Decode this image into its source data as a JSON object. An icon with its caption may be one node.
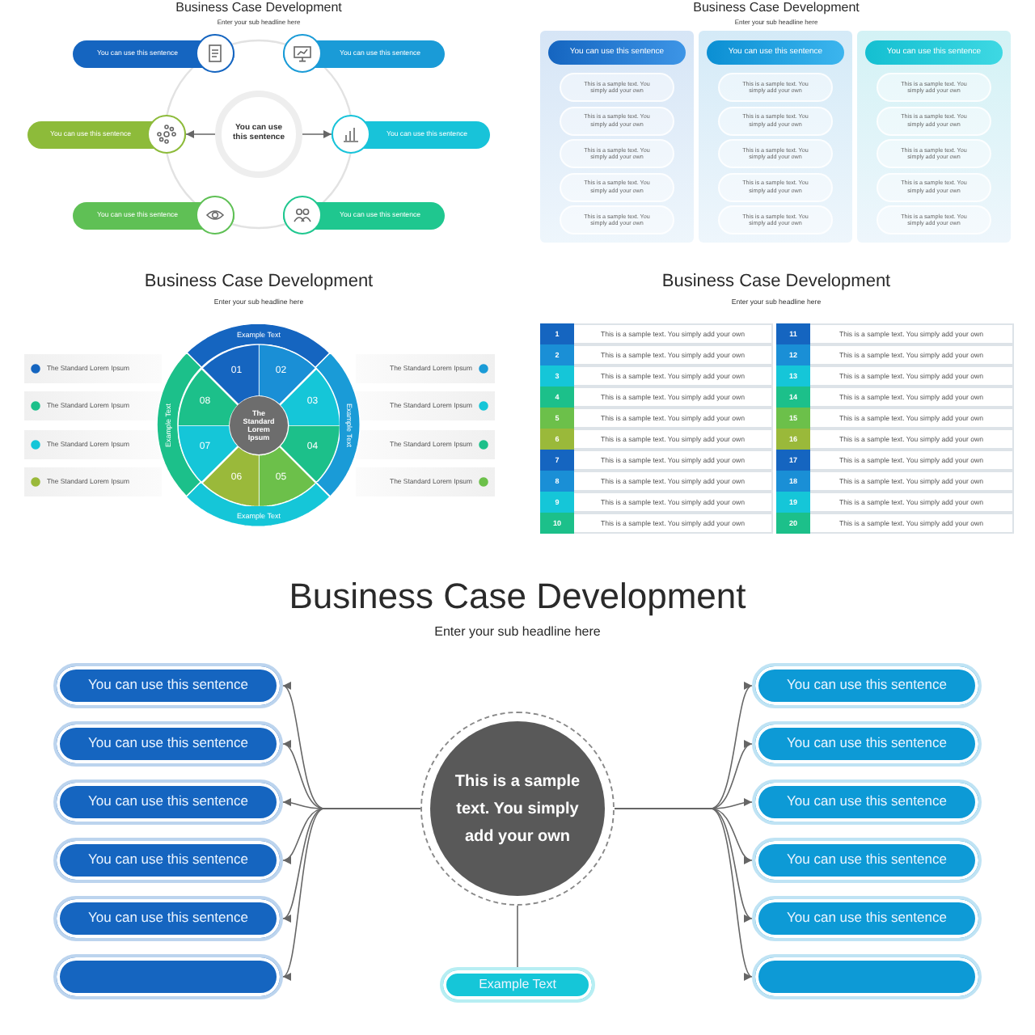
{
  "diagram": {
    "nodes": [
      {
        "text": [
          "You can use this sentence"
        ]
      },
      {
        "text": [
          "You can use this sentence"
        ]
      },
      {
        "text": [
          "You can use this sentence"
        ]
      },
      {
        "text": [
          "You can use this sentence"
        ]
      },
      {
        "text": [
          "You can use this sentence"
        ]
      },
      {
        "text": [
          "You can use this sentence"
        ]
      },
      {
        "text": [
          "You can use this sentence"
        ]
      },
      {
        "text": [],
        "shape": "box"
      },
      {
        "text": [
          "You can use this sentence"
        ],
        "in": 7
      },
      {
        "text": [
          "This is a sample text. You simply add your own"
        ],
        "in": 7
      },
      {
        "text": [
          "This is a sample text. You simply add your own"
        ],
        "in": 7
      },
      {
        "text": [
          "This is a sample text. You simply add your own"
        ],
        "in": 7
      },
      {
        "text": [
          "This is a sample text. You simply add your own"
        ],
        "in": 7
      },
      {
        "text": [
          "This is a sample text. You simply add your own"
        ],
        "in": 7
      },
      {
        "text": [],
        "shape": "box"
      },
      {
        "text": [
          "You can use this sentence"
        ],
        "in": 14
      },
      {
        "text": [
          "This is a sample text. You simply add your own"
        ],
        "in": 14
      },
      {
        "text": [
          "This is a sample text. You simply add your own"
        ],
        "in": 14
      },
      {
        "text": [
          "This is a sample text. You simply add your own"
        ],
        "in": 14
      },
      {
        "text": [
          "This is a sample text. You simply add your own"
        ],
        "in": 14
      },
      {
        "text": [
          "This is a sample text. You simply add your own"
        ],
        "in": 14
      },
      {
        "text": [],
        "shape": "box"
      },
      {
        "text": [
          "You can use this sentence"
        ],
        "in": 21
      },
      {
        "text": [
          "This is a sample text. You simply add your own"
        ],
        "in": 21
      },
      {
        "text": [
          "This is a sample text. You simply add your own"
        ],
        "in": 21
      },
      {
        "text": [
          "This is a sample text. You simply add your own"
        ],
        "in": 21
      },
      {
        "text": [
          "This is a sample text. You simply add your own"
        ],
        "in": 21
      },
      {
        "text": [
          "This is a sample text. You simply add your own"
        ],
        "in": 21
      },
      {
        "text": [
          "The Standard Lorem Ipsum"
        ]
      },
      {
        "text": [
          "The Standard Lorem Ipsum"
        ]
      },
      {
        "text": [
          "The Standard Lorem Ipsum"
        ]
      },
      {
        "text": [
          "The Standard Lorem Ipsum"
        ]
      },
      {
        "text": [
          "Example Text"
        ]
      },
      {
        "text": [
          "Example Text"
        ]
      },
      {
        "text": [
          "Example Text"
        ]
      },
      {
        "text": [
          "Example Text"
        ]
      },
      {
        "text": [
          "01"
        ]
      },
      {
        "text": [
          "02"
        ]
      },
      {
        "text": [
          "03"
        ]
      },
      {
        "text": [
          "04"
        ]
      },
      {
        "text": [
          "05"
        ]
      },
      {
        "text": [
          "06"
        ]
      },
      {
        "text": [
          "07"
        ]
      },
      {
        "text": [
          "08"
        ]
      },
      {
        "text": [
          "The Standard Lorem Ipsum"
        ]
      },
      {
        "text": [
          "The Standard Lorem Ipsum"
        ]
      },
      {
        "text": [
          "The Standard Lorem Ipsum"
        ]
      },
      {
        "text": [
          "The Standard Lorem Ipsum"
        ]
      },
      {
        "text": [
          "The Standard Lorem Ipsum"
        ]
      },
      {
        "text": [
          "This is a sample text. You simply add your own"
        ]
      },
      {
        "text": [
          "Example Text"
        ]
      },
      {
        "text": [
          "You can use this sentence"
        ]
      },
      {
        "text": [
          "You can use this sentence"
        ]
      },
      {
        "text": [
          "You can use this sentence"
        ]
      },
      {
        "text": [
          "You can use this sentence"
        ]
      },
      {
        "text": [
          "You can use this sentence"
        ]
      },
      {
        "text": [],
        "shape": "box"
      },
      {
        "text": [
          "You can use this sentence"
        ]
      },
      {
        "text": [
          "You can use this sentence"
        ]
      },
      {
        "text": [
          "You can use this sentence"
        ]
      },
      {
        "text": [
          "You can use this sentence"
        ]
      },
      {
        "text": [
          "You can use this sentence"
        ]
      },
      {
        "text": [],
        "shape": "box"
      }
    ],
    "edges": [
      {
        "from": 0,
        "to": 3,
        "arrow": "to"
      },
      {
        "from": 0,
        "to": 4,
        "arrow": "to"
      },
      {
        "from": 49,
        "to": 51,
        "arrow": "to"
      },
      {
        "from": 49,
        "to": 52,
        "arrow": "to"
      },
      {
        "from": 49,
        "to": 53,
        "arrow": "to"
      },
      {
        "from": 49,
        "to": 54,
        "arrow": "to"
      },
      {
        "from": 49,
        "to": 55,
        "arrow": "to"
      },
      {
        "from": 49,
        "to": 56,
        "arrow": "to"
      },
      {
        "from": 49,
        "to": 57,
        "arrow": "to"
      },
      {
        "from": 49,
        "to": 58,
        "arrow": "to"
      },
      {
        "from": 49,
        "to": 59,
        "arrow": "to"
      },
      {
        "from": 49,
        "to": 60,
        "arrow": "to"
      },
      {
        "from": 49,
        "to": 61,
        "arrow": "to"
      },
      {
        "from": 49,
        "to": 62,
        "arrow": "to"
      },
      {
        "from": 49,
        "to": 50,
        "arrow": "none"
      }
    ],
    "labels": [
      "Business Case Development",
      "Enter your sub headline here",
      "Business Case Development",
      "Enter your sub headline here",
      "Business Case Development",
      "Enter your sub headline here",
      "Business Case Development",
      "Enter your sub headline here",
      "1",
      "This is a sample text. You simply add your own",
      "11",
      "This is a sample text. You simply add your own",
      "2",
      "This is a sample text. You simply add your own",
      "12",
      "This is a sample text. You simply add your own",
      "3",
      "This is a sample text. You simply add your own",
      "13",
      "This is a sample text. You simply add your own",
      "4",
      "This is a sample text. You simply add your own",
      "14",
      "This is a sample text. You simply add your own",
      "5",
      "This is a sample text. You simply add your own",
      "15",
      "This is a sample text. You simply add your own",
      "6",
      "This is a sample text. You simply add your own",
      "16",
      "This is a sample text. You simply add your own",
      "7",
      "This is a sample text. You simply add your own",
      "17",
      "This is a sample text. You simply add your own",
      "8",
      "This is a sample text. You simply add your own",
      "18",
      "This is a sample text. You simply add your own",
      "9",
      "This is a sample text. You simply add your own",
      "19",
      "This is a sample text. You simply add your own",
      "10",
      "This is a sample text. You simply add your own",
      "20",
      "This is a sample text. You simply add your own",
      "Business Case Development",
      "Enter your sub headline here"
    ]
  }
}
